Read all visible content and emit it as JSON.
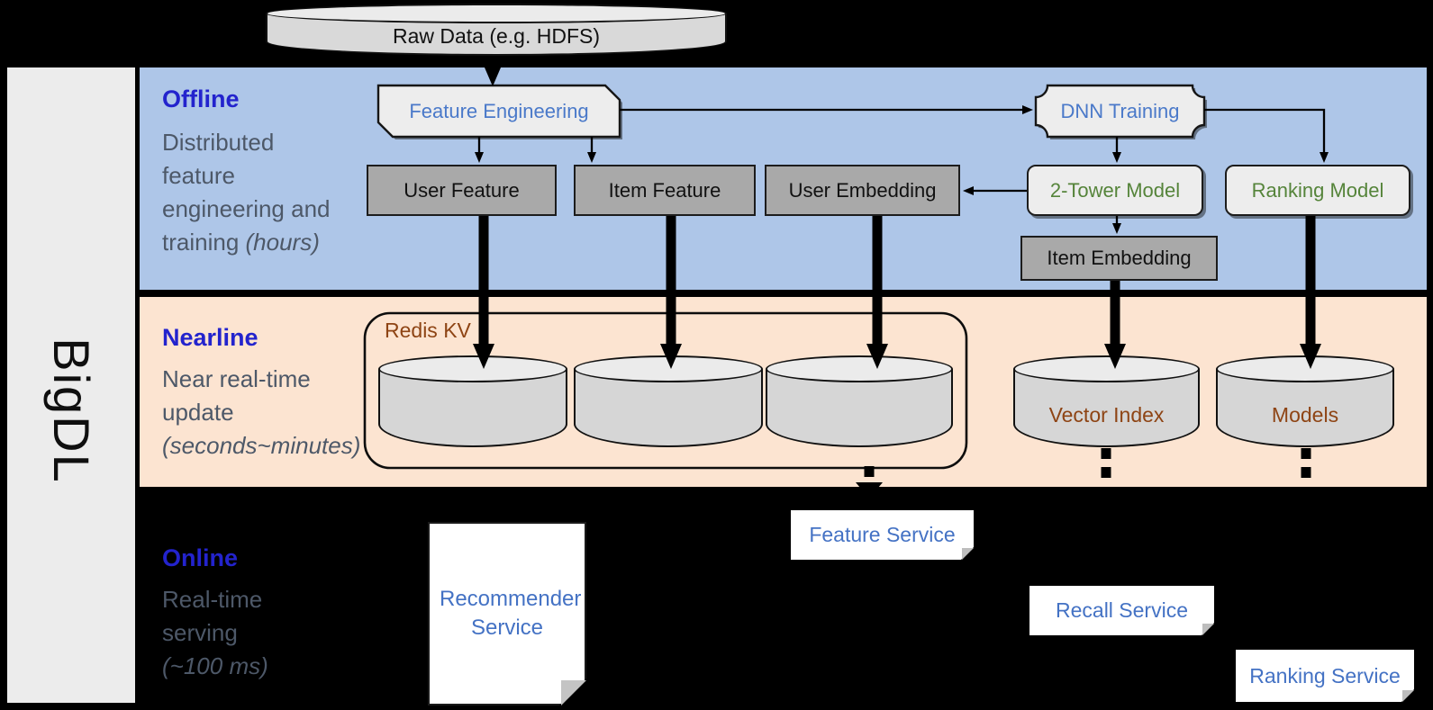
{
  "brand": {
    "name": "BigDL"
  },
  "datasource": {
    "label": "Raw Data (e.g. HDFS)"
  },
  "sections": {
    "offline": {
      "title": "Offline",
      "description": "Distributed feature engineering and training",
      "description_note": "(hours)"
    },
    "nearline": {
      "title": "Nearline",
      "description": "Near real-time update",
      "description_note": "(seconds~minutes)"
    },
    "online": {
      "title": "Online",
      "description": "Real-time serving",
      "description_note": "(~100 ms)"
    }
  },
  "nodes": {
    "feature_engineering": "Feature Engineering",
    "dnn_training": "DNN Training",
    "user_feature": "User Feature",
    "item_feature": "Item Feature",
    "user_embedding": "User Embedding",
    "two_tower_model": "2-Tower Model",
    "ranking_model": "Ranking Model",
    "item_embedding": "Item Embedding",
    "redis_kv": "Redis KV",
    "vector_index": "Vector Index",
    "models": "Models",
    "recommender_service": "Recommender Service",
    "feature_service": "Feature Service",
    "recall_service": "Recall Service",
    "ranking_service": "Ranking Service"
  },
  "colors": {
    "offline_band": "#aec6e8",
    "nearline_band": "#fce4d1",
    "online_band": "#000000",
    "section_title": "#2323cd",
    "body_text": "#4d5868",
    "node_blue": "#4a79c9",
    "node_green": "#55843a",
    "storage_brown": "#8e4414",
    "service_blue": "#4472c4"
  }
}
